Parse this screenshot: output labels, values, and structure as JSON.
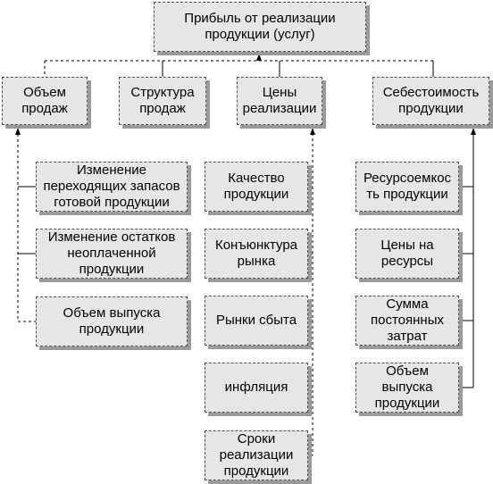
{
  "root": {
    "label": "Прибыль от реализации\nпродукции (услуг)"
  },
  "level1": {
    "volume": "Объем\nпродаж",
    "structure": "Структура\nпродаж",
    "prices": "Цены\nреализации",
    "cost": "Себестоимость\nпродукции"
  },
  "volume_factors": [
    "Изменение\nпереходящих запасов\nготовой продукции",
    "Изменение остатков\nнеоплаченной\nпродукции",
    "Объем выпуска\nпродукции"
  ],
  "price_factors": [
    "Качество\nпродукции",
    "Конъюнктура\nрынка",
    "Рынки сбыта",
    "инфляция",
    "Сроки\nреализации\nпродукции"
  ],
  "cost_factors": [
    "Ресурсоемкос\nть продукции",
    "Цены на\nресурсы",
    "Сумма\nпостоянных\nзатрат",
    "Объем\nвыпуска\nпродукции"
  ]
}
